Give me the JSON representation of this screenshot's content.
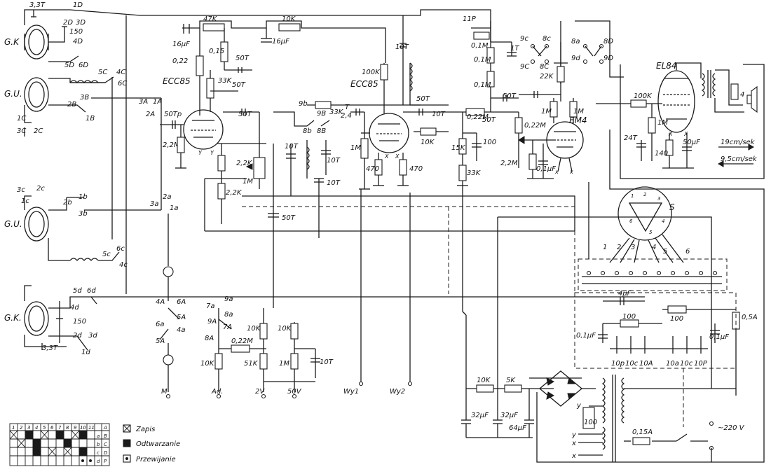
{
  "heads": {
    "gk_top": "G.K",
    "gu_top": "G.U.",
    "gu_bot": "G.U.",
    "gk_bot": "G.K."
  },
  "tubes": {
    "ecc85_1": "ECC85",
    "ecc85_2": "ECC85",
    "em4": "EM4",
    "el84": "EL84"
  },
  "labels": [
    {
      "id": "l1",
      "t": "3,3T"
    },
    {
      "id": "l2",
      "t": "1D"
    },
    {
      "id": "l3",
      "t": "2D"
    },
    {
      "id": "l4",
      "t": "3D"
    },
    {
      "id": "l5",
      "t": "150"
    },
    {
      "id": "l6",
      "t": "4D"
    },
    {
      "id": "l7",
      "t": "5D"
    },
    {
      "id": "l8",
      "t": "6D"
    },
    {
      "id": "l9",
      "t": "5C"
    },
    {
      "id": "l10",
      "t": "4C"
    },
    {
      "id": "l11",
      "t": "6C"
    },
    {
      "id": "l12",
      "t": "3B"
    },
    {
      "id": "l13",
      "t": "2B"
    },
    {
      "id": "l14",
      "t": "1B"
    },
    {
      "id": "l15",
      "t": "1C"
    },
    {
      "id": "l16",
      "t": "3C"
    },
    {
      "id": "l17",
      "t": "2C"
    },
    {
      "id": "l18",
      "t": "16µF"
    },
    {
      "id": "l19",
      "t": "47K"
    },
    {
      "id": "l20",
      "t": "10K"
    },
    {
      "id": "l21",
      "t": "16µF"
    },
    {
      "id": "l22",
      "t": "0,22"
    },
    {
      "id": "l23",
      "t": "0,15"
    },
    {
      "id": "l24",
      "t": "50T"
    },
    {
      "id": "l25",
      "t": "33K"
    },
    {
      "id": "l26",
      "t": "50T"
    },
    {
      "id": "l27",
      "t": "3A"
    },
    {
      "id": "l28",
      "t": "1A"
    },
    {
      "id": "l29",
      "t": "2A"
    },
    {
      "id": "l30",
      "t": "50Tp"
    },
    {
      "id": "l31",
      "t": "50T"
    },
    {
      "id": "l32",
      "t": "2,2M"
    },
    {
      "id": "l33",
      "t": "9b"
    },
    {
      "id": "l34",
      "t": "9B"
    },
    {
      "id": "l35",
      "t": "33K"
    },
    {
      "id": "l36",
      "t": "8b"
    },
    {
      "id": "l37",
      "t": "8B"
    },
    {
      "id": "l38",
      "t": "2,4"
    },
    {
      "id": "l39",
      "t": "T"
    },
    {
      "id": "l40",
      "t": "2,2K"
    },
    {
      "id": "l41",
      "t": "1M"
    },
    {
      "id": "l42",
      "t": "2,2K"
    },
    {
      "id": "l43",
      "t": "10T"
    },
    {
      "id": "l44",
      "t": "10T"
    },
    {
      "id": "l45",
      "t": "10T"
    },
    {
      "id": "l46",
      "t": "50T"
    },
    {
      "id": "l47",
      "t": "1M"
    },
    {
      "id": "l48",
      "t": "470"
    },
    {
      "id": "l49",
      "t": "470"
    },
    {
      "id": "l50",
      "t": "10T"
    },
    {
      "id": "l51",
      "t": "100K"
    },
    {
      "id": "l52",
      "t": "50T"
    },
    {
      "id": "l53",
      "t": "10T"
    },
    {
      "id": "l54",
      "t": "10K"
    },
    {
      "id": "l55",
      "t": "15K"
    },
    {
      "id": "l56",
      "t": "100"
    },
    {
      "id": "l57",
      "t": "33K"
    },
    {
      "id": "l58",
      "t": "11P"
    },
    {
      "id": "l59",
      "t": "0,1M"
    },
    {
      "id": "l60",
      "t": "1T"
    },
    {
      "id": "l61",
      "t": "0,1M"
    },
    {
      "id": "l62",
      "t": "0,1M"
    },
    {
      "id": "l63",
      "t": "50T"
    },
    {
      "id": "l64",
      "t": "0,22M"
    },
    {
      "id": "l65",
      "t": "50T"
    },
    {
      "id": "l66",
      "t": "0,22M"
    },
    {
      "id": "l67",
      "t": "2,2M"
    },
    {
      "id": "l68",
      "t": "0,1µF"
    },
    {
      "id": "l69",
      "t": "9c"
    },
    {
      "id": "l70",
      "t": "8c"
    },
    {
      "id": "l71",
      "t": "9C"
    },
    {
      "id": "l72",
      "t": "8C"
    },
    {
      "id": "l73",
      "t": "22K"
    },
    {
      "id": "l74",
      "t": "50T"
    },
    {
      "id": "l75",
      "t": "1M"
    },
    {
      "id": "l76",
      "t": "1M"
    },
    {
      "id": "l77",
      "t": "8a"
    },
    {
      "id": "l78",
      "t": "8D"
    },
    {
      "id": "l79",
      "t": "9d"
    },
    {
      "id": "l80",
      "t": "9D"
    },
    {
      "id": "l81",
      "t": "100K"
    },
    {
      "id": "l82",
      "t": "24T"
    },
    {
      "id": "l83",
      "t": "1M"
    },
    {
      "id": "l84",
      "t": "140"
    },
    {
      "id": "l85",
      "t": "50µF"
    },
    {
      "id": "l86",
      "t": "4"
    },
    {
      "id": "l87",
      "t": "19cm/sek"
    },
    {
      "id": "l88",
      "t": "9,5cm/sek"
    },
    {
      "id": "l89",
      "t": "S"
    },
    {
      "id": "l90",
      "t": "1"
    },
    {
      "id": "l91",
      "t": "2"
    },
    {
      "id": "l92",
      "t": "3"
    },
    {
      "id": "l93",
      "t": "4"
    },
    {
      "id": "l94",
      "t": "5"
    },
    {
      "id": "l95",
      "t": "6"
    },
    {
      "id": "l96",
      "t": "4µF"
    },
    {
      "id": "l97",
      "t": "100"
    },
    {
      "id": "l98",
      "t": "100"
    },
    {
      "id": "l99",
      "t": "0,5A"
    },
    {
      "id": "l100",
      "t": "0,1µF"
    },
    {
      "id": "l101",
      "t": "0,1µF"
    },
    {
      "id": "l102",
      "t": "10p"
    },
    {
      "id": "l103",
      "t": "10c"
    },
    {
      "id": "l104",
      "t": "10A"
    },
    {
      "id": "l105",
      "t": "10a"
    },
    {
      "id": "l106",
      "t": "10c"
    },
    {
      "id": "l107",
      "t": "10P"
    },
    {
      "id": "l108",
      "t": "3c"
    },
    {
      "id": "l109",
      "t": "2c"
    },
    {
      "id": "l110",
      "t": "1c"
    },
    {
      "id": "l111",
      "t": "2b"
    },
    {
      "id": "l112",
      "t": "1b"
    },
    {
      "id": "l113",
      "t": "3b"
    },
    {
      "id": "l114",
      "t": "3a"
    },
    {
      "id": "l115",
      "t": "2a"
    },
    {
      "id": "l116",
      "t": "1a"
    },
    {
      "id": "l117",
      "t": "5c"
    },
    {
      "id": "l118",
      "t": "6c"
    },
    {
      "id": "l119",
      "t": "4c"
    },
    {
      "id": "l120",
      "t": "5d"
    },
    {
      "id": "l121",
      "t": "6d"
    },
    {
      "id": "l122",
      "t": "4d"
    },
    {
      "id": "l123",
      "t": "150"
    },
    {
      "id": "l124",
      "t": "2d"
    },
    {
      "id": "l125",
      "t": "3d"
    },
    {
      "id": "l126",
      "t": "1d"
    },
    {
      "id": "l127",
      "t": "3,3T"
    },
    {
      "id": "l128",
      "t": "4A"
    },
    {
      "id": "l129",
      "t": "6A"
    },
    {
      "id": "l130",
      "t": "5A"
    },
    {
      "id": "l131",
      "t": "6a"
    },
    {
      "id": "l132",
      "t": "4a"
    },
    {
      "id": "l133",
      "t": "5A"
    },
    {
      "id": "l134",
      "t": "M"
    },
    {
      "id": "l135",
      "t": "7a"
    },
    {
      "id": "l136",
      "t": "9a"
    },
    {
      "id": "l137",
      "t": "9A"
    },
    {
      "id": "l138",
      "t": "8a"
    },
    {
      "id": "l139",
      "t": "7A"
    },
    {
      "id": "l140",
      "t": "8A"
    },
    {
      "id": "l141",
      "t": "0,22M"
    },
    {
      "id": "l142",
      "t": "10K"
    },
    {
      "id": "l143",
      "t": "10K"
    },
    {
      "id": "l144",
      "t": "10K"
    },
    {
      "id": "l145",
      "t": "51K"
    },
    {
      "id": "l146",
      "t": "1M"
    },
    {
      "id": "l147",
      "t": "10T"
    },
    {
      "id": "l148",
      "t": "Ad."
    },
    {
      "id": "l149",
      "t": "2V"
    },
    {
      "id": "l150",
      "t": "50V"
    },
    {
      "id": "l151",
      "t": "Wy1"
    },
    {
      "id": "l152",
      "t": "Wy2"
    },
    {
      "id": "l153",
      "t": "10K"
    },
    {
      "id": "l154",
      "t": "5K"
    },
    {
      "id": "l155",
      "t": "32µF"
    },
    {
      "id": "l156",
      "t": "32µF"
    },
    {
      "id": "l157",
      "t": "64µF"
    },
    {
      "id": "l158",
      "t": "y"
    },
    {
      "id": "l159",
      "t": "100"
    },
    {
      "id": "l160",
      "t": "y"
    },
    {
      "id": "l161",
      "t": "x"
    },
    {
      "id": "l162",
      "t": "x"
    },
    {
      "id": "l163",
      "t": "0,15A"
    },
    {
      "id": "l164",
      "t": "~220 V"
    },
    {
      "id": "l165",
      "t": "X"
    },
    {
      "id": "l166",
      "t": "X"
    },
    {
      "id": "l167",
      "t": "X"
    },
    {
      "id": "l168",
      "t": "X"
    },
    {
      "id": "l169",
      "t": "x"
    },
    {
      "id": "l170",
      "t": "x"
    },
    {
      "id": "l171",
      "t": "Y"
    },
    {
      "id": "l172",
      "t": "Y"
    }
  ],
  "legend": {
    "cols": [
      "1",
      "2",
      "3",
      "4",
      "5",
      "6",
      "7",
      "8",
      "9",
      "10",
      "11"
    ],
    "rows_lower": [
      "a",
      "b",
      "c",
      "d"
    ],
    "rows_upper": [
      "A",
      "B",
      "C",
      "D",
      "P"
    ],
    "items": [
      {
        "symbol": "crossed-box",
        "label": "Zapis"
      },
      {
        "symbol": "filled-box",
        "label": "Odtwarzanie"
      },
      {
        "symbol": "dot-box",
        "label": "Przewijanie"
      }
    ]
  }
}
